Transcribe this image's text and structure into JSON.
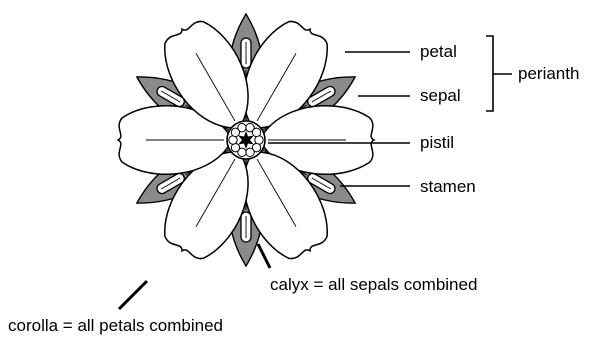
{
  "labels": {
    "petal": "petal",
    "sepal": "sepal",
    "perianth": "perianth",
    "pistil": "pistil",
    "stamen": "stamen",
    "calyx": "calyx = all sepals combined",
    "corolla": "corolla = all petals combined"
  },
  "colors": {
    "petal_fill": "#ffffff",
    "sepal_fill": "#8a8a8a",
    "outline": "#000000"
  },
  "flower": {
    "petal_count": 6,
    "sepal_count": 6
  }
}
